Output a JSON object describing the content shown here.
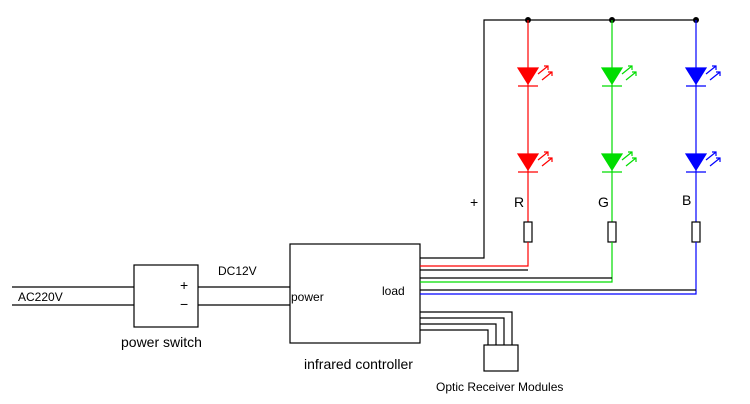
{
  "labels": {
    "ac_input": "AC220V",
    "dc_output": "DC12V",
    "plus_sign": "+",
    "minus_sign": "−",
    "power_switch": "power switch",
    "power_port": "power",
    "load_port": "load",
    "infrared_controller": "infrared controller",
    "optic_receiver": "Optic Receiver Modules",
    "common_plus": "+",
    "channel_r": "R",
    "channel_g": "G",
    "channel_b": "B"
  },
  "colors": {
    "wire": "#000000",
    "red": "#ff0000",
    "green": "#00dd00",
    "blue": "#0000ff"
  }
}
